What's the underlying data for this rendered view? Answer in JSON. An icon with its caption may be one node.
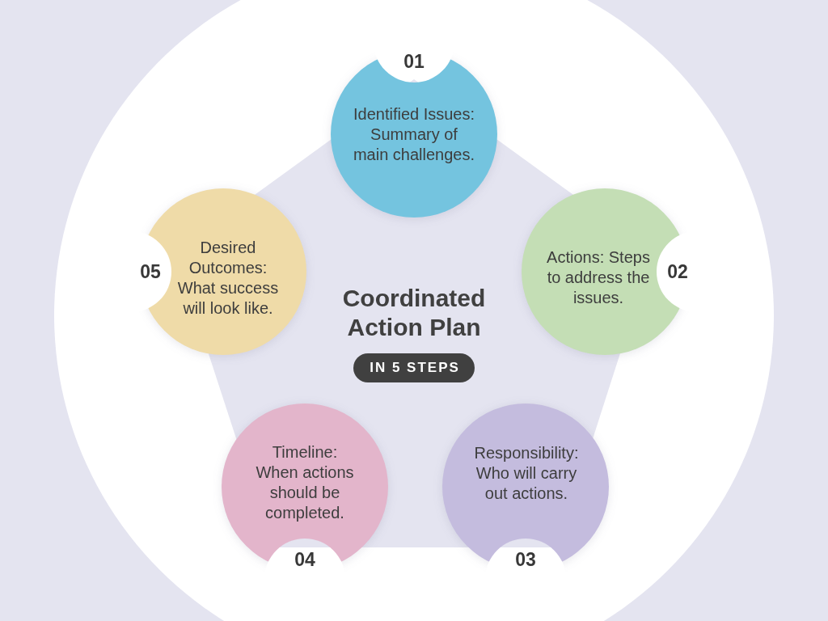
{
  "diagram": {
    "nodes": [
      {
        "text": [
          "Coordinated Action Plan"
        ]
      },
      {
        "text": [
          "IN 5 STEPS"
        ],
        "in": 0
      },
      {
        "text": [
          "01",
          "Identified Issues: Summary of main challenges."
        ]
      },
      {
        "text": [
          "Actions: Steps to address the issues.",
          "02"
        ]
      },
      {
        "text": [
          "Responsibility: Who will carry out actions.",
          "03"
        ]
      },
      {
        "text": [
          "Timeline: When actions should be completed.",
          "04"
        ]
      },
      {
        "text": [
          "05",
          "Desired Outcomes: What success will look like."
        ]
      }
    ]
  }
}
